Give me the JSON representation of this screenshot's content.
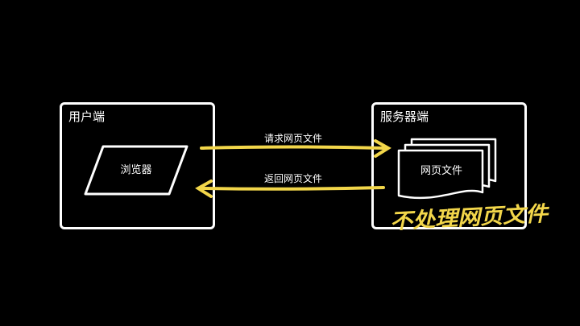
{
  "client": {
    "title": "用户端",
    "browser_label": "浏览器"
  },
  "server": {
    "title": "服务器端",
    "document_label": "网页文件"
  },
  "arrows": {
    "request_label": "请求网页文件",
    "response_label": "返回网页文件"
  },
  "annotation": {
    "text": "不处理网页文件"
  },
  "colors": {
    "background": "#000000",
    "stroke": "#ffffff",
    "arrow": "#f2d64a"
  }
}
